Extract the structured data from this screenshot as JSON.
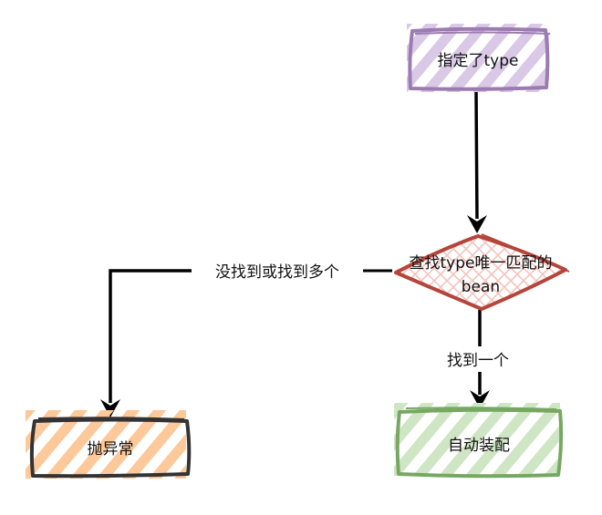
{
  "diagram": {
    "type": "flowchart",
    "style": "hand-drawn",
    "nodes": [
      {
        "id": "type-specified",
        "label": "指定了type",
        "shape": "rectangle",
        "stroke": "#9c7bb0",
        "fill": "#d9c8e6"
      },
      {
        "id": "find-unique-bean",
        "label_lines": [
          "查找type唯一匹配的",
          "bean"
        ],
        "shape": "diamond",
        "stroke": "#b5453a",
        "fill": "#f4c3bd"
      },
      {
        "id": "throw-exception",
        "label": "抛异常",
        "shape": "rectangle",
        "stroke": "#333333",
        "fill": "#fdc89a"
      },
      {
        "id": "autowire",
        "label": "自动装配",
        "shape": "rectangle",
        "stroke": "#77a862",
        "fill": "#cfe6c5"
      }
    ],
    "edges": [
      {
        "from": "type-specified",
        "to": "find-unique-bean",
        "label": ""
      },
      {
        "from": "find-unique-bean",
        "to": "throw-exception",
        "label": "没找到或找到多个"
      },
      {
        "from": "find-unique-bean",
        "to": "autowire",
        "label": "找到一个"
      }
    ]
  }
}
